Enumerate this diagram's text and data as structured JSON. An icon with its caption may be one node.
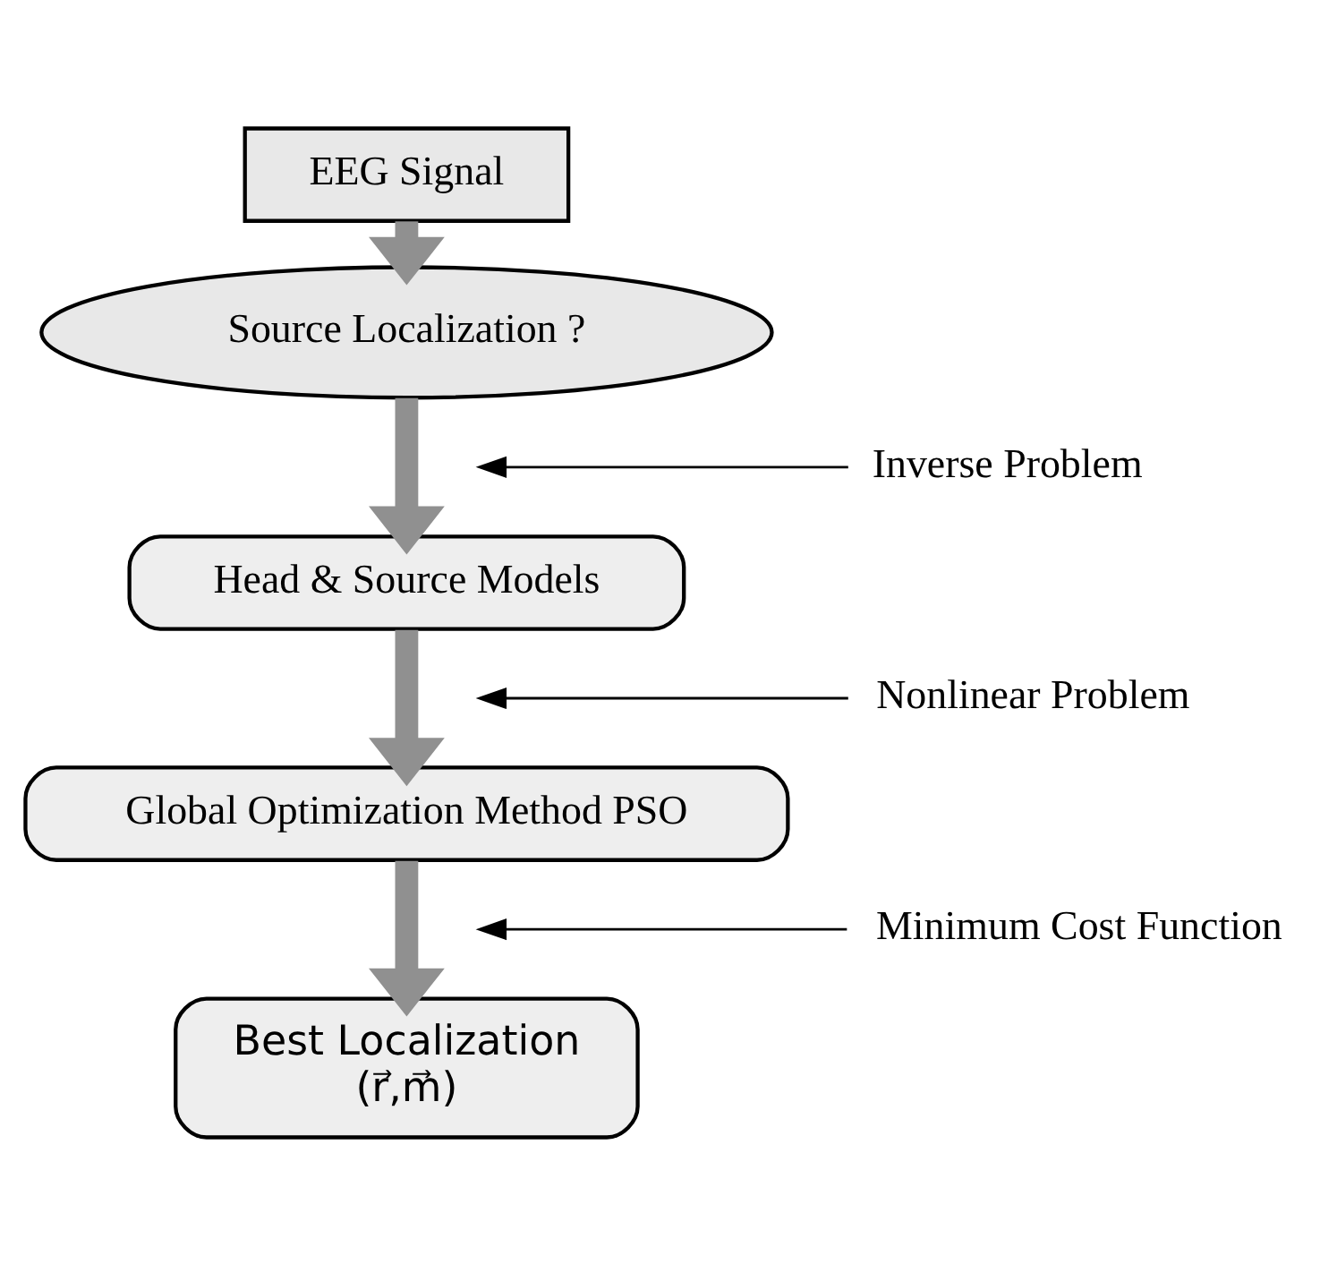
{
  "diagram": {
    "nodes": [
      {
        "text": [
          "EEG Signal"
        ]
      },
      {
        "text": [
          "Source Localization ?"
        ]
      },
      {
        "text": [
          "Head & Source Models"
        ]
      },
      {
        "text": [
          "Global Optimization Method PSO"
        ]
      },
      {
        "text": [
          "Best Localization",
          "(r⃗,m⃗)"
        ]
      },
      {
        "text": [
          "Inverse Problem"
        ]
      },
      {
        "text": [
          "Nonlinear Problem"
        ]
      },
      {
        "text": [
          "Minimum Cost Function"
        ]
      }
    ],
    "edges": [
      {
        "from": 0,
        "to": 1,
        "arrow": "to"
      },
      {
        "from": 1,
        "to": 2,
        "arrow": "to"
      },
      {
        "from": 5,
        "to": null,
        "arrow": "to",
        "color": "#000000"
      },
      {
        "from": 2,
        "to": 3,
        "arrow": "to"
      },
      {
        "from": 6,
        "to": null,
        "arrow": "to",
        "color": "#000000"
      },
      {
        "from": 3,
        "to": 4,
        "arrow": "to"
      },
      {
        "from": 7,
        "to": null,
        "arrow": "to",
        "color": "#000000"
      }
    ]
  }
}
